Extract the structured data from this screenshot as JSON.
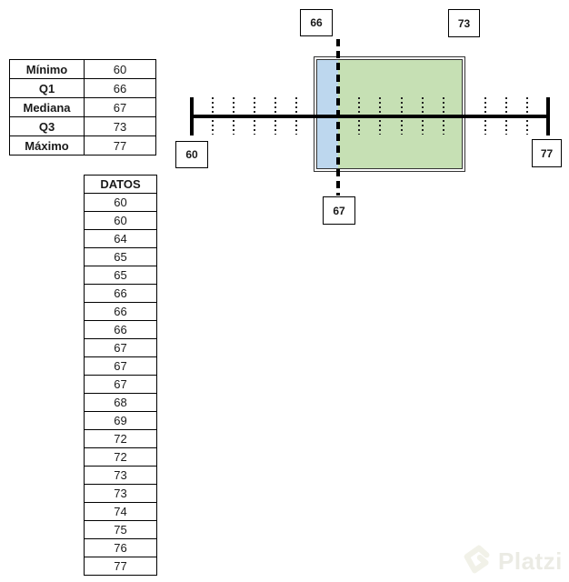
{
  "summary_table": {
    "rows": [
      {
        "label": "Mínimo",
        "value": "60"
      },
      {
        "label": "Q1",
        "value": "66"
      },
      {
        "label": "Mediana",
        "value": "67"
      },
      {
        "label": "Q3",
        "value": "73"
      },
      {
        "label": "Máximo",
        "value": "77"
      }
    ]
  },
  "datos_table": {
    "header": "DATOS",
    "values": [
      "60",
      "60",
      "64",
      "65",
      "65",
      "66",
      "66",
      "66",
      "67",
      "67",
      "67",
      "68",
      "69",
      "72",
      "72",
      "73",
      "73",
      "74",
      "75",
      "76",
      "77"
    ]
  },
  "boxplot": {
    "labels": {
      "q1": "66",
      "q3": "73",
      "min": "60",
      "max": "77",
      "median": "67"
    },
    "colors": {
      "left_box_fill": "#bdd7ee",
      "right_box_fill": "#c6e0b4",
      "axis": "#000000"
    }
  },
  "watermark": {
    "text": "Platzi"
  },
  "chart_data": {
    "type": "boxplot",
    "orientation": "horizontal",
    "title": "",
    "min": 60,
    "q1": 66,
    "median": 67,
    "q3": 73,
    "max": 77,
    "axis_range": [
      60,
      77
    ],
    "axis_tick_step": 1,
    "values": [
      60,
      60,
      64,
      65,
      65,
      66,
      66,
      66,
      67,
      67,
      67,
      68,
      69,
      72,
      72,
      73,
      73,
      74,
      75,
      76,
      77
    ],
    "callout_labels": [
      "60",
      "66",
      "67",
      "73",
      "77"
    ]
  }
}
